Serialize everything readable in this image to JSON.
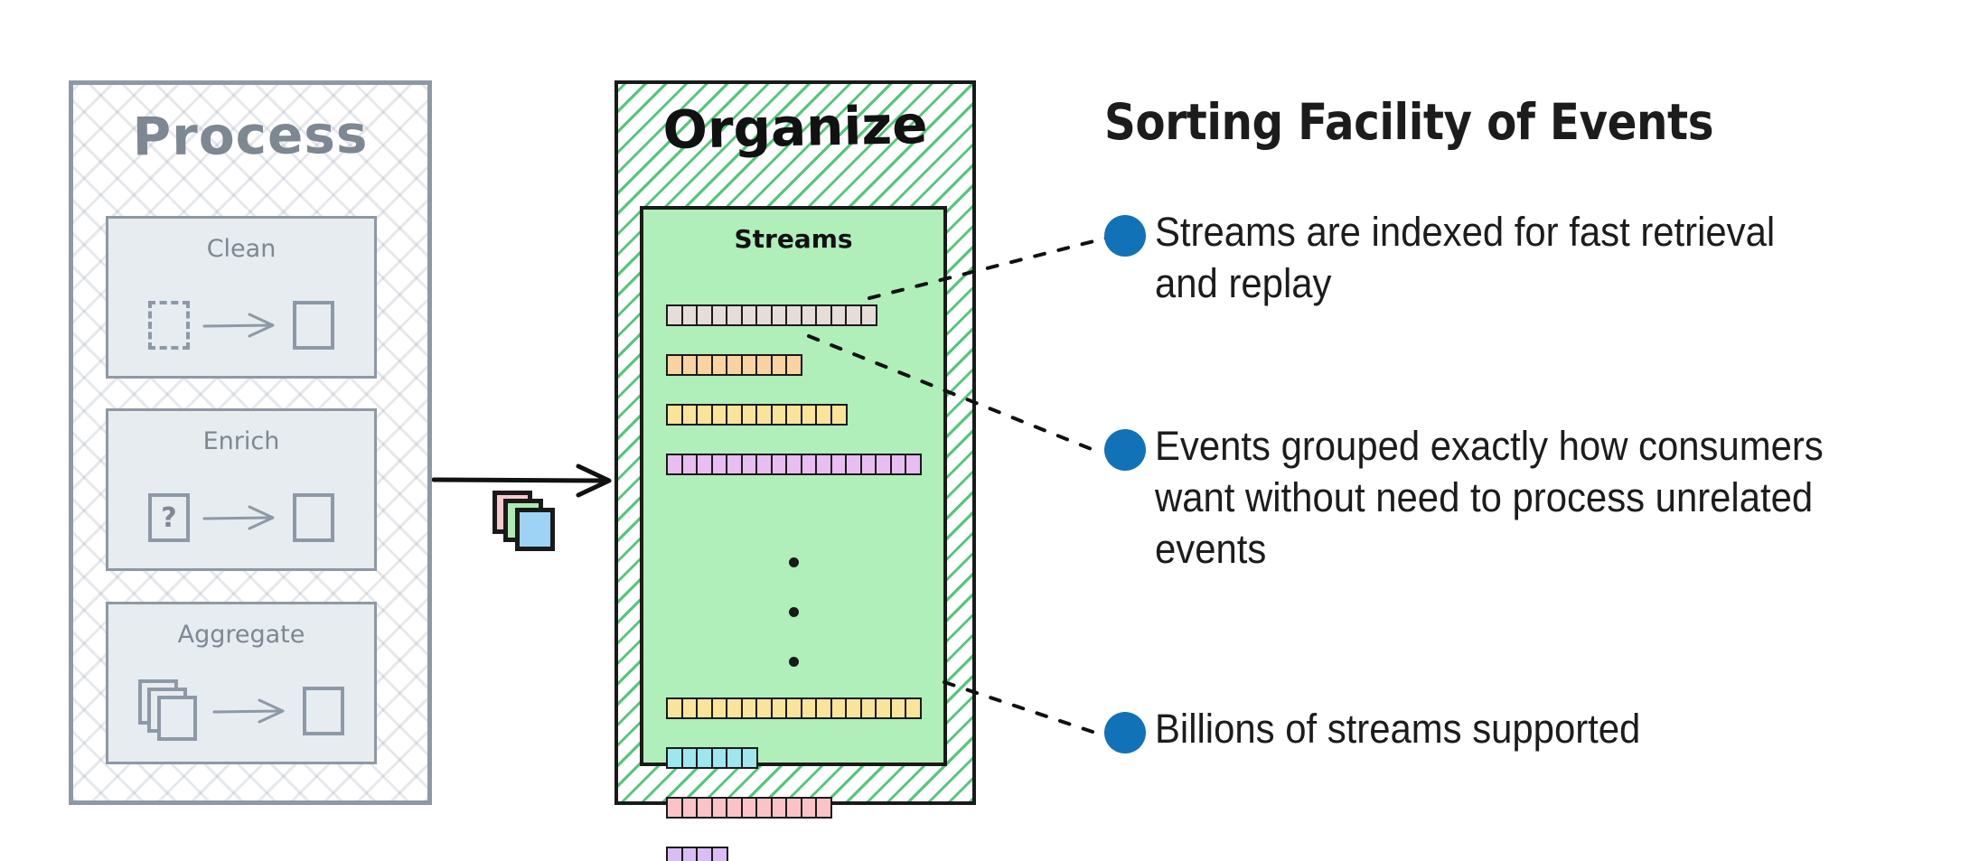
{
  "process": {
    "title": "Process",
    "boxes": [
      {
        "label": "Clean",
        "icon": "dashed-square-icon",
        "arrow": "arrow-right-icon",
        "target": "square-icon"
      },
      {
        "label": "Enrich",
        "icon": "question-square-icon",
        "arrow": "arrow-right-icon",
        "target": "square-icon",
        "glyph": "?"
      },
      {
        "label": "Aggregate",
        "icon": "stacked-squares-icon",
        "arrow": "arrow-right-icon",
        "target": "square-icon"
      }
    ]
  },
  "middle": {
    "arrow_icon": "arrow-right-icon",
    "cards_icon": "stacked-cards-icon",
    "card_colors": [
      "#f9c9cd",
      "#aeeab2",
      "#9fd3f5"
    ]
  },
  "organize": {
    "title": "Organize",
    "streams_label": "Streams",
    "ellipsis": "⋮",
    "streams_top": [
      {
        "name": "stream-row-1",
        "segments": 14,
        "color": "#e6dcd8"
      },
      {
        "name": "stream-row-2",
        "segments": 9,
        "color": "#fbd3a0"
      },
      {
        "name": "stream-row-3",
        "segments": 12,
        "color": "#fae49a"
      },
      {
        "name": "stream-row-4",
        "segments": 17,
        "color": "#e8bdf2"
      }
    ],
    "streams_bottom": [
      {
        "name": "stream-row-5",
        "segments": 17,
        "color": "#fae49a"
      },
      {
        "name": "stream-row-6",
        "segments": 6,
        "color": "#9fe6ef"
      },
      {
        "name": "stream-row-7",
        "segments": 11,
        "color": "#fbc3c7"
      },
      {
        "name": "stream-row-8",
        "segments": 4,
        "color": "#d8bdf7"
      }
    ]
  },
  "panel": {
    "headline": "Sorting Facility of Events",
    "bullet_color": "#1172b8",
    "bullets": [
      {
        "text": "Streams are indexed for fast retrieval and replay"
      },
      {
        "text": "Events grouped exactly how consumers want without need to process unrelated events"
      },
      {
        "text": "Billions of streams supported"
      }
    ]
  },
  "colors": {
    "process_stroke": "#8d99a6",
    "process_fill": "#e7ecf0",
    "organize_hatch": "#52c77a",
    "streams_fill": "#b0eeba",
    "ink": "#1a1a1a"
  }
}
